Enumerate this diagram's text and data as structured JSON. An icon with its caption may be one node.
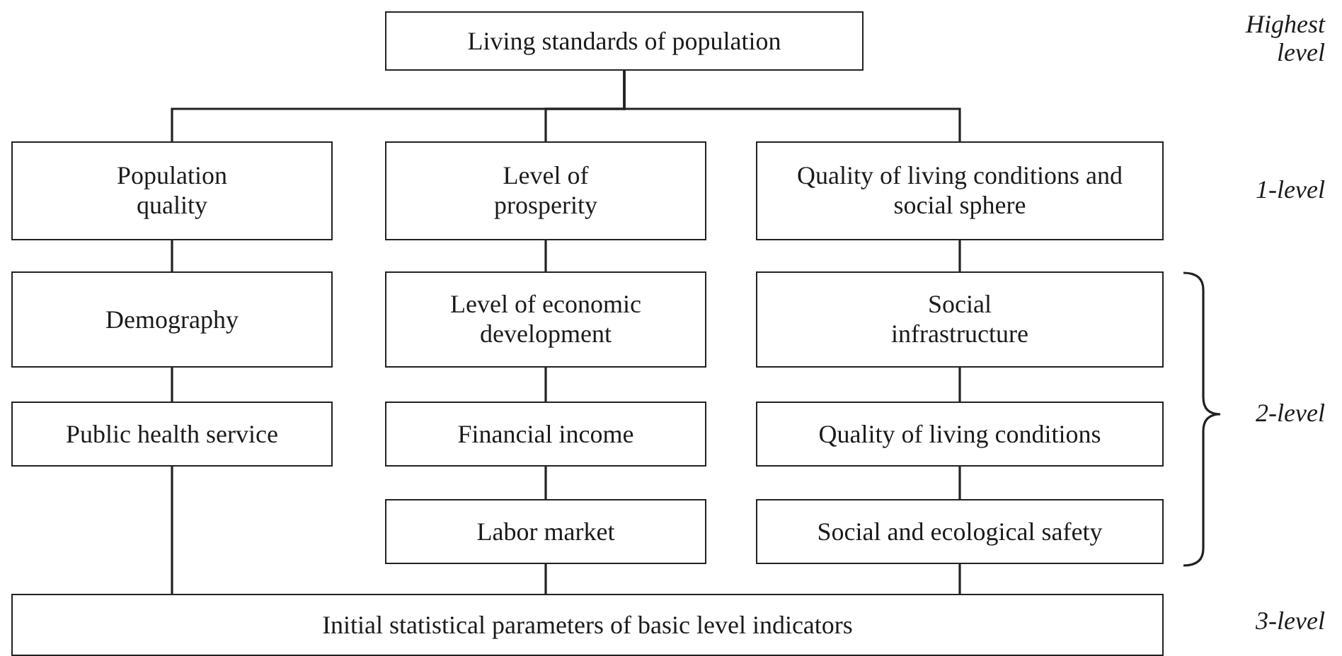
{
  "diagram": {
    "nodes": [
      {
        "text": [
          "Living standards of population"
        ]
      },
      {
        "text": [
          "Population quality"
        ]
      },
      {
        "text": [
          "Level of prosperity"
        ]
      },
      {
        "text": [
          "Quality of living conditions and social sphere"
        ]
      },
      {
        "text": [
          "Demography"
        ]
      },
      {
        "text": [
          "Level of economic development"
        ]
      },
      {
        "text": [
          "Social infrastructure"
        ]
      },
      {
        "text": [
          "Public health service"
        ]
      },
      {
        "text": [
          "Financial income"
        ]
      },
      {
        "text": [
          "Quality of living conditions"
        ]
      },
      {
        "text": [
          "Labor market"
        ]
      },
      {
        "text": [
          "Social and ecological safety"
        ]
      },
      {
        "text": [
          "Initial statistical parameters of basic level indicators"
        ]
      }
    ],
    "edges": [
      {
        "from": 0,
        "to": 1,
        "arrow": "none"
      },
      {
        "from": 0,
        "to": 2,
        "arrow": "none"
      },
      {
        "from": 0,
        "to": 3,
        "arrow": "none"
      },
      {
        "from": 1,
        "to": 4,
        "arrow": "none"
      },
      {
        "from": 4,
        "to": 7,
        "arrow": "none"
      },
      {
        "from": 7,
        "to": 12,
        "arrow": "none"
      },
      {
        "from": 2,
        "to": 5,
        "arrow": "none"
      },
      {
        "from": 5,
        "to": 8,
        "arrow": "none"
      },
      {
        "from": 8,
        "to": 10,
        "arrow": "none"
      },
      {
        "from": 10,
        "to": 12,
        "arrow": "none"
      },
      {
        "from": 3,
        "to": 6,
        "arrow": "none"
      },
      {
        "from": 6,
        "to": 9,
        "arrow": "none"
      },
      {
        "from": 9,
        "to": 11,
        "arrow": "none"
      },
      {
        "from": 11,
        "to": 12,
        "arrow": "none"
      }
    ],
    "labels": [
      "Highest level",
      "1-level",
      "2-level",
      "3-level"
    ]
  }
}
